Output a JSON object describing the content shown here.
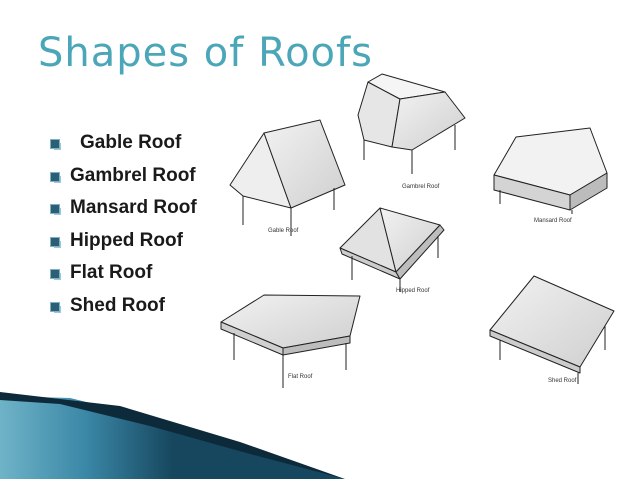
{
  "slide": {
    "title": "Shapes of Roofs",
    "bullets": [
      "Gable Roof",
      "Gambrel Roof",
      "Mansard Roof",
      "Hipped Roof",
      "Flat Roof",
      "Shed Roof"
    ]
  },
  "illustration": {
    "captions": {
      "gable": "Gable Roof",
      "gambrel": "Gambrel Roof",
      "mansard": "Mansard Roof",
      "hipped": "Hipped Roof",
      "flat": "Flat Roof",
      "shed": "Shed Roof"
    }
  },
  "colors": {
    "title": "#4ba6b8",
    "bullet": "#2b5f76",
    "bar_dark": "#17475f",
    "bar_light": "#6fb3c8"
  }
}
